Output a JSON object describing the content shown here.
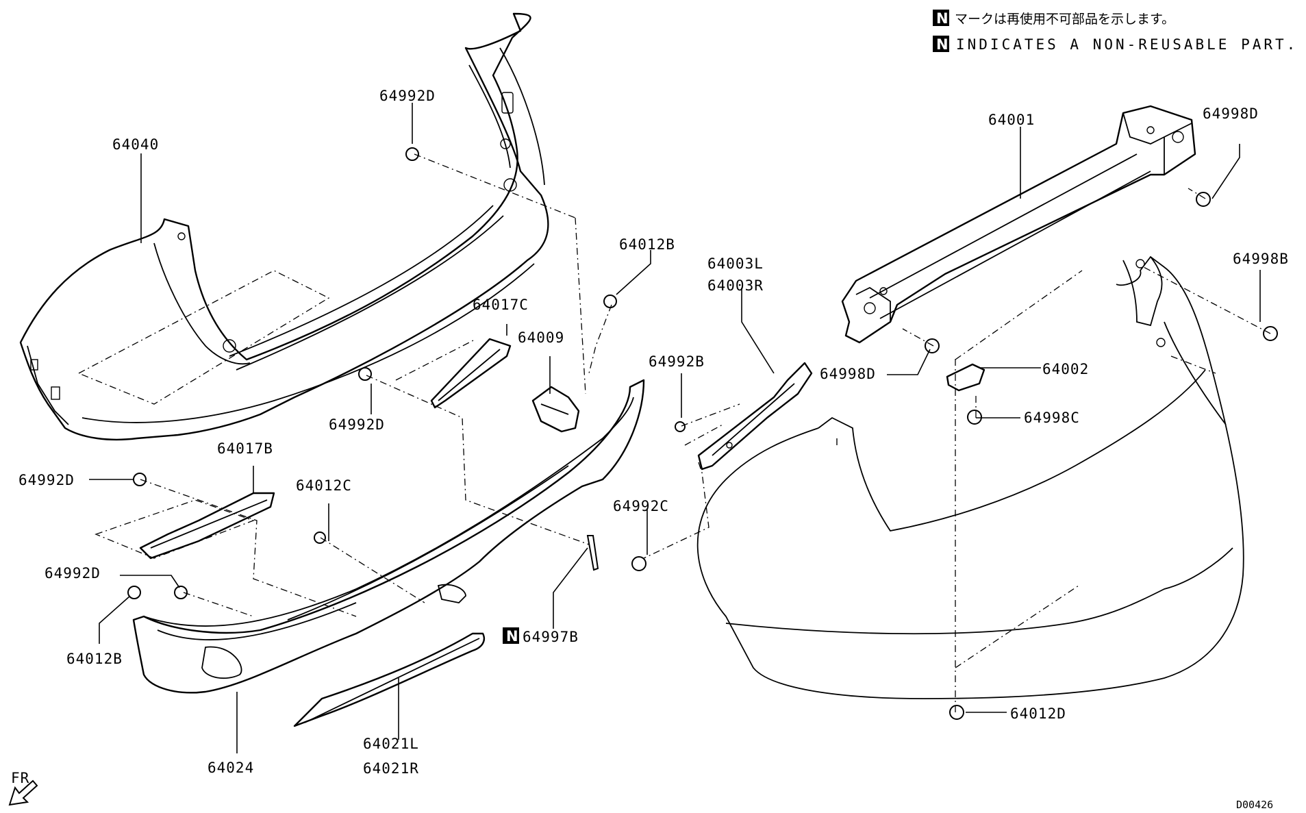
{
  "notes": {
    "badge": "N",
    "japanese": "マークは再使用不可部品を示します。",
    "english": "INDICATES A NON-REUSABLE PART."
  },
  "labels": {
    "p64040": "64040",
    "p64992D_top": "64992D",
    "p64001": "64001",
    "p64998D_top": "64998D",
    "p64998B": "64998B",
    "p64012B_top": "64012B",
    "p64003L": "64003L",
    "p64003R": "64003R",
    "p64017C": "64017C",
    "p64009": "64009",
    "p64992B": "64992B",
    "p64998D_mid": "64998D",
    "p64002": "64002",
    "p64998C": "64998C",
    "p64992D_mid": "64992D",
    "p64017B": "64017B",
    "p64992D_left": "64992D",
    "p64012C": "64012C",
    "p64992C": "64992C",
    "p64992D_low": "64992D",
    "p64012B_low": "64012B",
    "p64997B": "64997B",
    "p64024": "64024",
    "p64021L": "64021L",
    "p64021R": "64021R",
    "p64012D": "64012D"
  },
  "direction": "FR",
  "diagram_code": "D00426"
}
